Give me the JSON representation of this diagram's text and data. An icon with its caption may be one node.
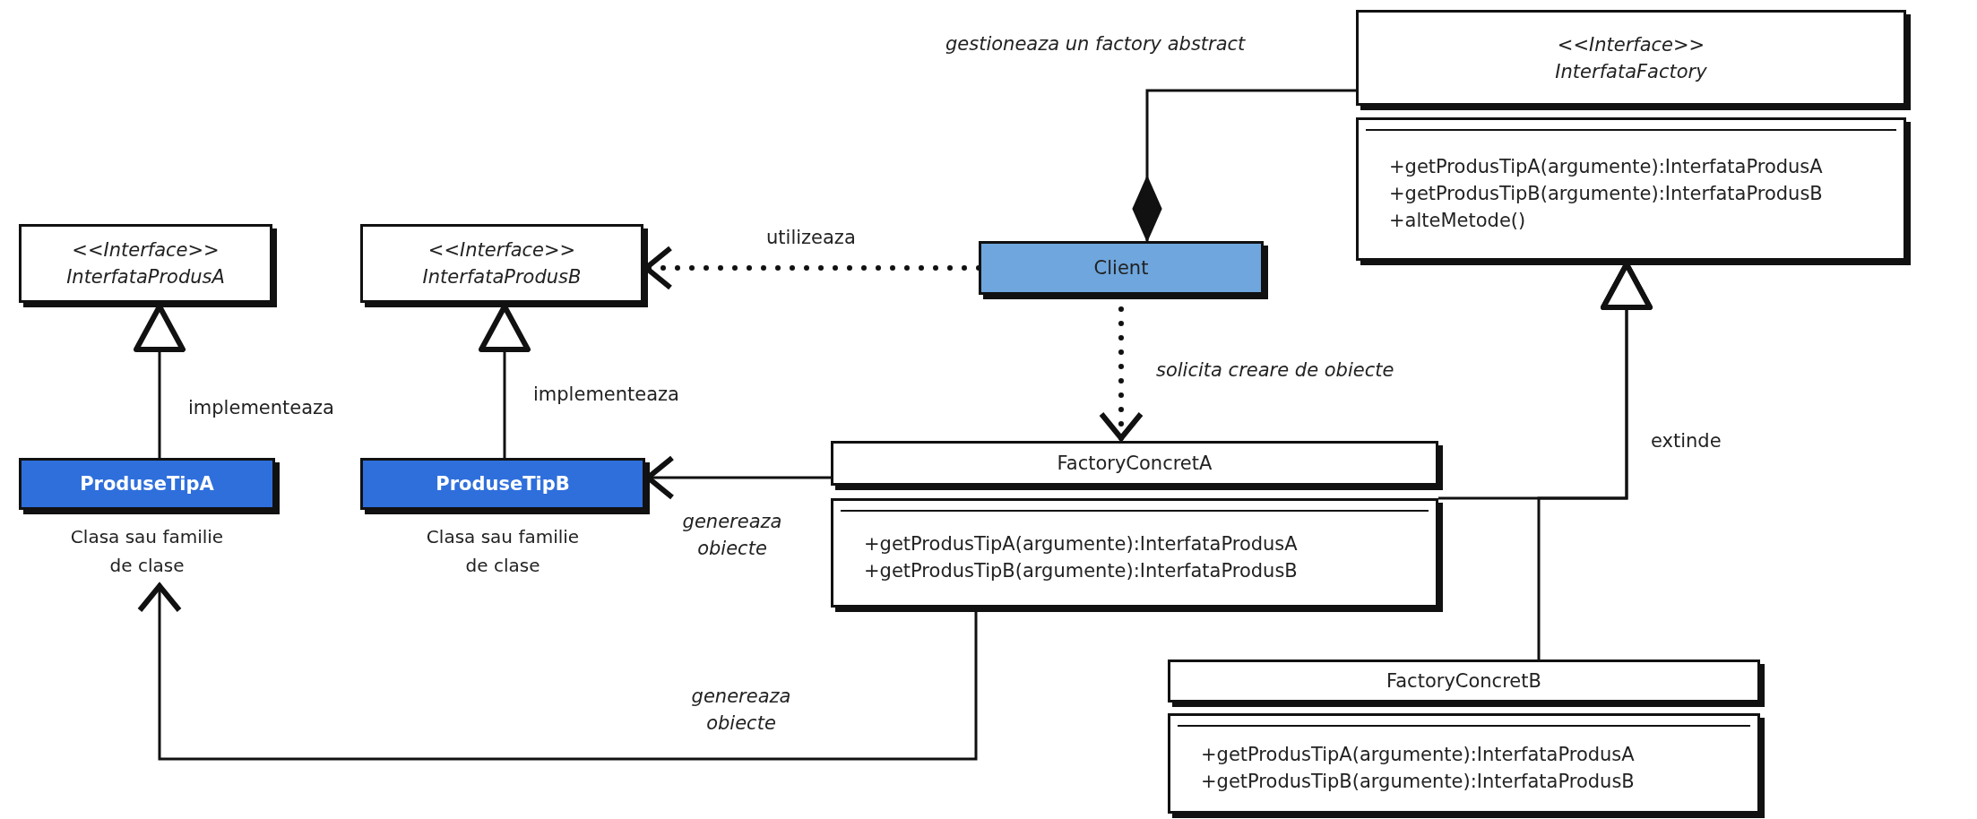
{
  "diagram": {
    "nodes": [
      {
        "text": [
          "<<Interface>>",
          "InterfataProdusA"
        ]
      },
      {
        "text": [
          "<<Interface>>",
          "InterfataProdusB"
        ]
      },
      {
        "text": [
          "ProduseTipA"
        ],
        "beside": [
          "Clasa sau familie de clase"
        ]
      },
      {
        "text": [
          "ProduseTipB"
        ],
        "beside": [
          "Clasa sau familie de clase"
        ]
      },
      {
        "text": [
          "Client"
        ]
      },
      {
        "text": [
          "<<Interface>>",
          "InterfataFactory",
          "+getProdusTipA(argumente):InterfataProdusA",
          "+getProdusTipB(argumente):InterfataProdusB",
          "+alteMetode()"
        ]
      },
      {
        "text": [
          "FactoryConcretA",
          "+getProdusTipA(argumente):InterfataProdusA",
          "+getProdusTipB(argumente):InterfataProdusB"
        ]
      },
      {
        "text": [
          "FactoryConcretB",
          "+getProdusTipA(argumente):InterfataProdusA",
          "+getProdusTipB(argumente):InterfataProdusB"
        ]
      }
    ],
    "edges": [
      {
        "from": 2,
        "to": 0,
        "arrow": "to",
        "label": "implementeaza"
      },
      {
        "from": 3,
        "to": 1,
        "arrow": "to",
        "label": "implementeaza"
      },
      {
        "from": 4,
        "to": 1,
        "arrow": "to",
        "label": "utilizeaza",
        "style": "dashed"
      },
      {
        "from": 4,
        "to": 6,
        "arrow": "to",
        "label": "solicita creare de obiecte",
        "style": "dashed"
      },
      {
        "from": 5,
        "to": 4,
        "arrow": "other",
        "label": "gestioneaza un factory abstract"
      },
      {
        "from": 6,
        "to": 3,
        "arrow": "to",
        "label": "genereaza obiecte"
      },
      {
        "from": 6,
        "to": 2,
        "arrow": "to",
        "label": "genereaza obiecte"
      },
      {
        "from": 6,
        "to": 5,
        "arrow": "to",
        "label": "extinde"
      },
      {
        "from": 7,
        "to": 5,
        "arrow": "to"
      }
    ]
  }
}
